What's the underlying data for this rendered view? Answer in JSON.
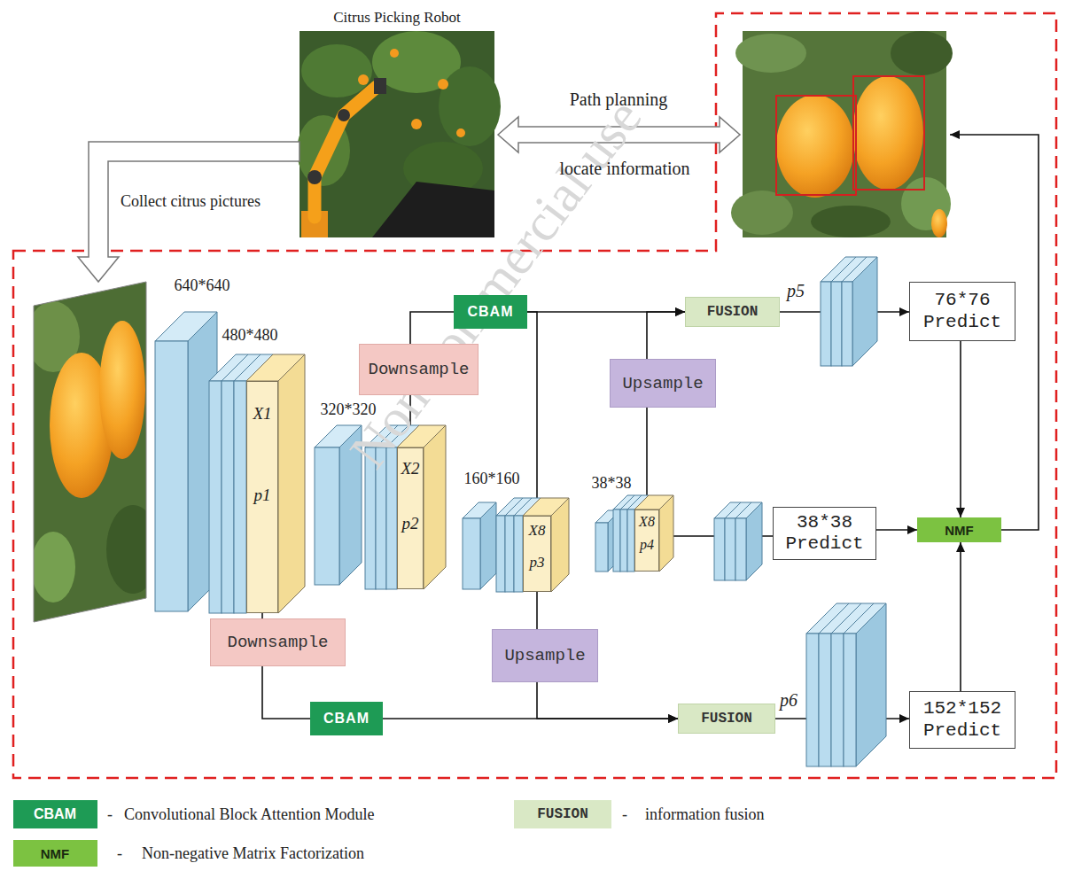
{
  "diagram": {
    "nodes": [
      {
        "text": [
          "CBAM"
        ]
      },
      {
        "text": [
          "FUSION"
        ]
      },
      {
        "text": [
          "76*76 Predict"
        ]
      },
      {
        "text": [
          "Downsample"
        ]
      },
      {
        "text": [
          "Upsample"
        ]
      },
      {
        "text": [
          "X1",
          "p1"
        ]
      },
      {
        "text": [
          "X2",
          "p2"
        ]
      },
      {
        "text": [
          "X8",
          "p3"
        ]
      },
      {
        "text": [
          "X8",
          "p4"
        ]
      },
      {
        "text": [
          "38*38 Predict"
        ]
      },
      {
        "text": [
          "NMF"
        ]
      },
      {
        "text": [
          "Downsample"
        ]
      },
      {
        "text": [
          "Upsample"
        ]
      },
      {
        "text": [
          "CBAM"
        ]
      },
      {
        "text": [
          "FUSION"
        ]
      },
      {
        "text": [
          "152*152 Predict"
        ]
      }
    ],
    "edges": [
      {
        "from": 5,
        "to": 11,
        "arrow": "none"
      },
      {
        "from": 11,
        "to": 13,
        "arrow": "none"
      },
      {
        "from": 13,
        "to": 14,
        "arrow": "to"
      },
      {
        "from": 6,
        "to": 3,
        "arrow": "none"
      },
      {
        "from": 3,
        "to": 0,
        "arrow": "none"
      },
      {
        "from": 0,
        "to": 1,
        "arrow": "to"
      },
      {
        "from": 0,
        "to": 7,
        "arrow": "none"
      },
      {
        "from": 7,
        "to": 12,
        "arrow": "none"
      },
      {
        "from": 12,
        "to": 14,
        "arrow": "to"
      },
      {
        "from": 8,
        "to": 4,
        "arrow": "none"
      },
      {
        "from": 4,
        "to": 1,
        "arrow": "to"
      },
      {
        "from": 1,
        "to": 2,
        "arrow": "to"
      },
      {
        "from": 8,
        "to": 9,
        "arrow": "none"
      },
      {
        "from": 14,
        "to": 15,
        "arrow": "to"
      },
      {
        "from": 2,
        "to": 10,
        "arrow": "to"
      },
      {
        "from": 9,
        "to": 10,
        "arrow": "to"
      },
      {
        "from": 15,
        "to": 10,
        "arrow": "to"
      }
    ],
    "labels": [
      "Citrus Picking Robot",
      "Path planning",
      "locate information",
      "Collect citrus pictures",
      "640*640",
      "480*480",
      "320*320",
      "160*160",
      "38*38",
      "p5",
      "p6",
      "CBAM",
      "-",
      "FUSION",
      "-",
      "NMF",
      "-",
      "Non-commercial use"
    ],
    "legend": [
      {
        "text": "Convolutional Block Attention Module",
        "color": "#1e9b55"
      },
      {
        "text": "information fusion",
        "color": "#d9e8c5"
      },
      {
        "text": "Non-negative Matrix Factorization",
        "color": "#7cc241"
      }
    ]
  }
}
